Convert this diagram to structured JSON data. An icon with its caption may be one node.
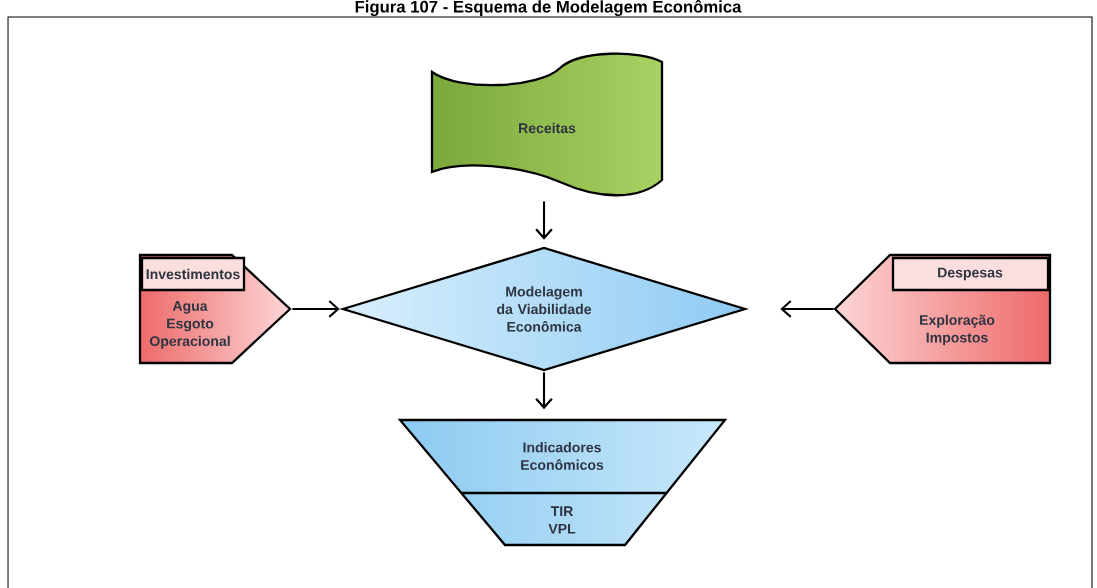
{
  "diagram": {
    "title": "Figura 107 - Esquema de Modelagem Econômica",
    "nodes": [
      {
        "text": [
          "Receitas"
        ]
      },
      {
        "text": [
          "Investimentos",
          "Agua Esgoto Operacional"
        ]
      },
      {
        "text": [
          "Modelagem da Viabilidade Econômica"
        ]
      },
      {
        "text": [
          "Despesas",
          "Exploração Impostos"
        ]
      },
      {
        "text": [
          "Indicadores Econômicos",
          "TIR VPL"
        ]
      }
    ],
    "edges": [
      {
        "from": 0,
        "to": 2,
        "arrow": "to"
      },
      {
        "from": 1,
        "to": 2,
        "arrow": "to"
      },
      {
        "from": 3,
        "to": 2,
        "arrow": "to"
      },
      {
        "from": 2,
        "to": 4,
        "arrow": "to"
      }
    ]
  }
}
